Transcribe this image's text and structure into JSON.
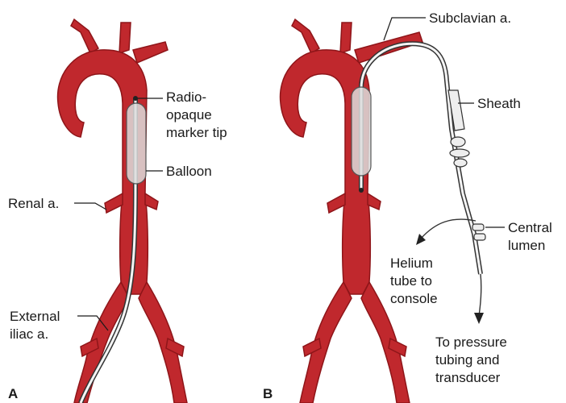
{
  "panels": [
    {
      "panel_label": "A",
      "labels": {
        "marker_tip": [
          "Radio-",
          "opaque",
          "marker tip"
        ],
        "balloon": "Balloon",
        "renal_artery": "Renal a.",
        "external_iliac": [
          "External",
          "iliac a."
        ]
      }
    },
    {
      "panel_label": "B",
      "labels": {
        "subclavian": "Subclavian a.",
        "sheath": "Sheath",
        "central_lumen": [
          "Central",
          "lumen"
        ],
        "helium_tube": [
          "Helium",
          "tube to",
          "console"
        ],
        "pressure_tubing": [
          "To pressure",
          "tubing and",
          "transducer"
        ]
      }
    }
  ],
  "colors": {
    "artery": "#c0282d",
    "artery_shadow": "#8e1519",
    "balloon_fill": "#dcdcdc",
    "catheter": "#f4f4f4",
    "catheter_outline": "#333333"
  }
}
